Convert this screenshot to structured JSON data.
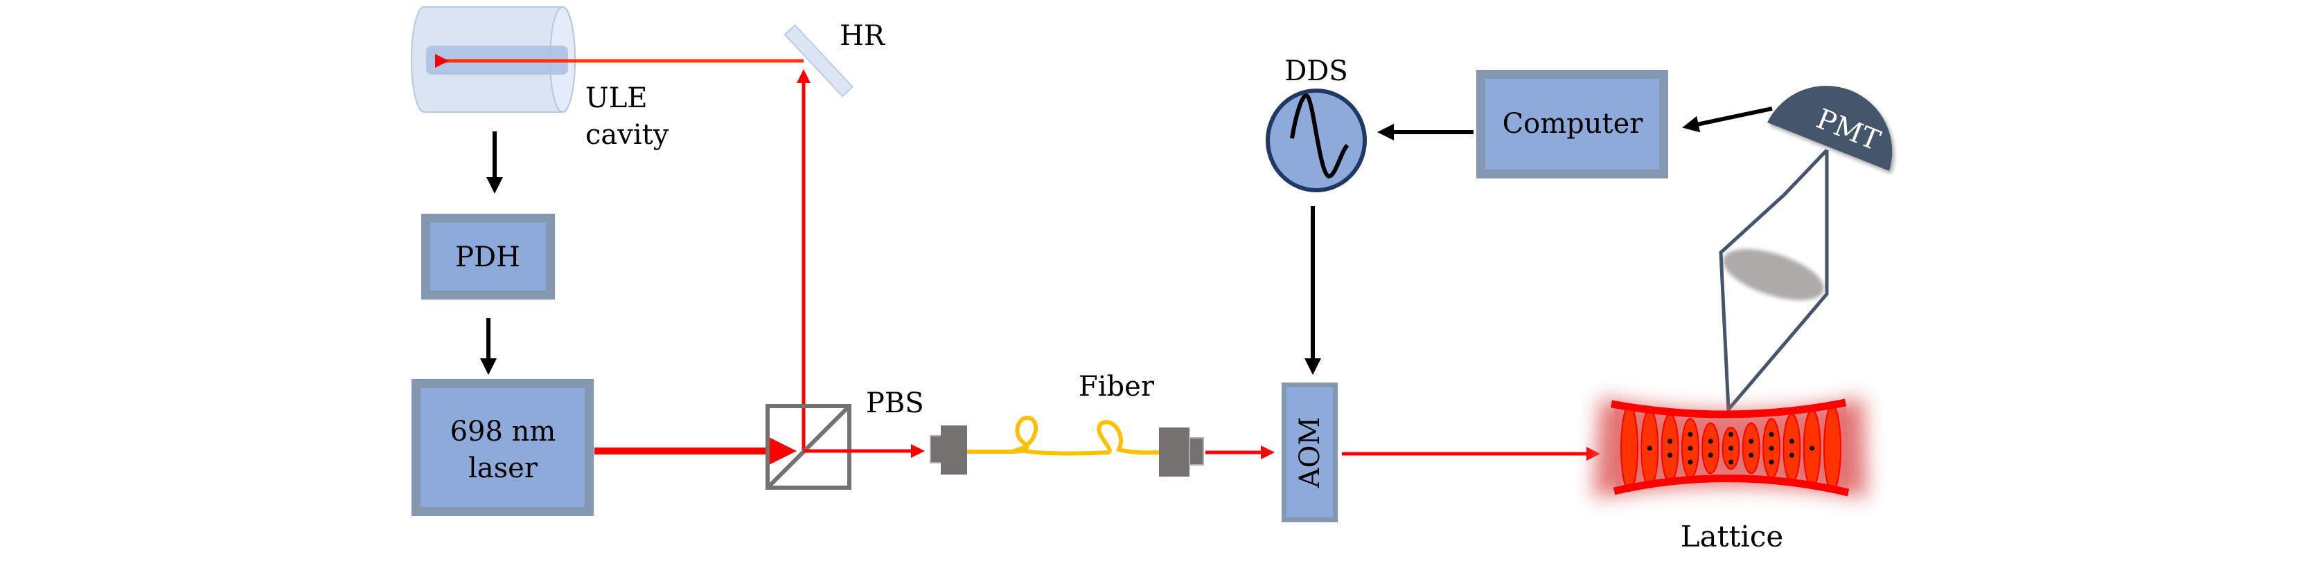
{
  "colors": {
    "box_fill": "#8eaadb",
    "box_border": "#8497b0",
    "beam": "#ff0000",
    "beam_glow": "#e06666",
    "cavity": "#dae3f3",
    "cavity_stroke": "#b4c7e7",
    "pmt": "#44546a",
    "fiber": "#ffc000",
    "coupler": "#767171",
    "pbs": "#767171",
    "lattice_fill": "#ff3300",
    "arrow": "#000000"
  },
  "labels": {
    "ule_line1": "ULE",
    "ule_line2": "cavity",
    "hr": "HR",
    "pdh": "PDH",
    "laser_line1": "698 nm",
    "laser_line2": "laser",
    "pbs": "PBS",
    "fiber": "Fiber",
    "dds": "DDS",
    "computer": "Computer",
    "pmt": "PMT",
    "aom": "AOM",
    "lattice": "Lattice"
  },
  "lattice": {
    "atoms_per_site": [
      0,
      1,
      2,
      3,
      2,
      3,
      2,
      3,
      2,
      1,
      0
    ]
  }
}
